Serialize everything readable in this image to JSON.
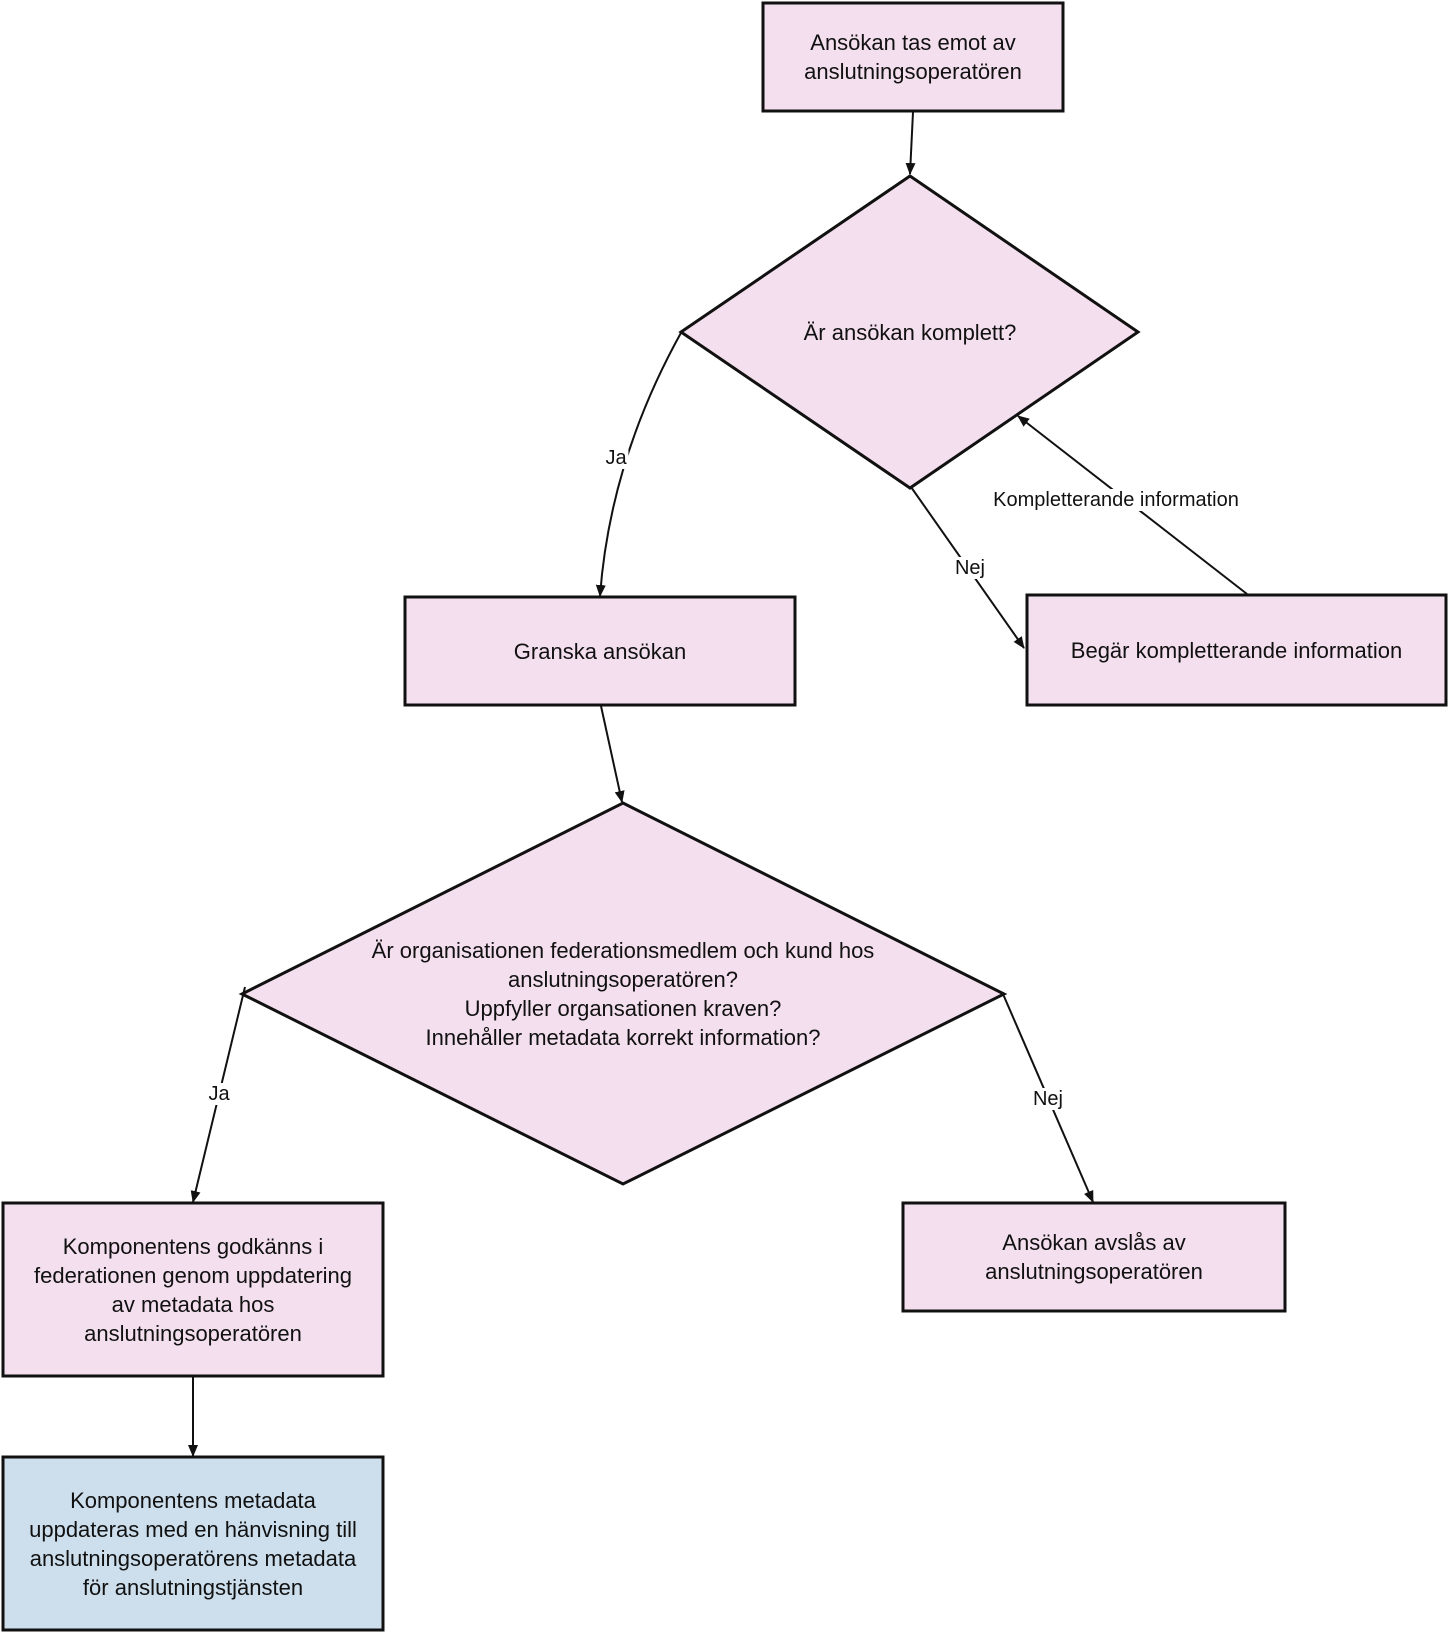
{
  "colors": {
    "node_fill": "#f4dfee",
    "final_fill": "#cddfed",
    "stroke": "#111111"
  },
  "nodes": {
    "received": "Ansökan tas emot av\nanslutningsoperatören",
    "complete_question": "Är ansökan komplett?",
    "review": "Granska ansökan",
    "request_info": "Begär kompletterande information",
    "criteria_question": "Är organisationen federationsmedlem och kund hos\nanslutningsoperatören?\nUppfyller organsationen kraven?\nInnehåller metadata korrekt information?",
    "approved": "Komponentens  godkänns i\nfederationen genom uppdatering\nav metadata hos\nanslutningsoperatören",
    "rejected": "Ansökan avslås av\nanslutningsoperatören",
    "metadata_updated": "Komponentens metadata\nuppdateras med en hänvisning till\nanslutningsoperatörens metadata\nför anslutningstjänsten"
  },
  "edges": {
    "complete_yes": "Ja",
    "complete_no": "Nej",
    "supplementary_info": "Kompletterande information",
    "criteria_yes": "Ja",
    "criteria_no": "Nej"
  }
}
